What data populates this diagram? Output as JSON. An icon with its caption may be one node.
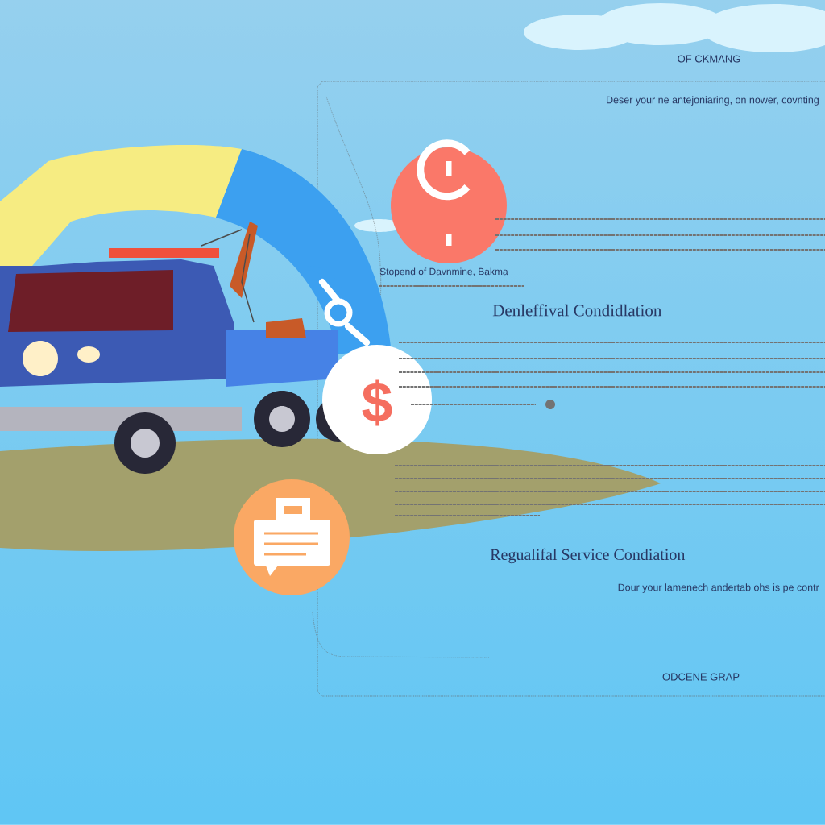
{
  "diagram": {
    "labels": [
      "OF CKMANG",
      "Deser your ne antejoniaring, on nower, covnting",
      "Stopend of Davnmine, Bakma",
      "Denleffival Condidlation",
      "Regualifal Service Condiation",
      "Dour your lamenech andertab ohs is pe contr",
      "ODCENE GRAP",
      "$"
    ]
  }
}
